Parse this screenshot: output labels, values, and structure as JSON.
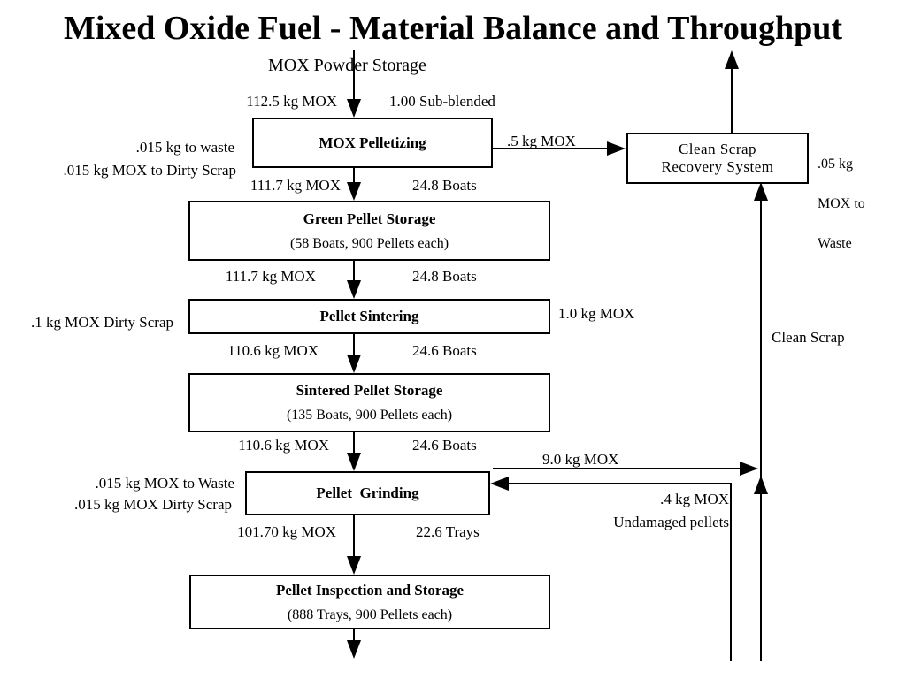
{
  "title": "Mixed Oxide Fuel - Material Balance and Throughput",
  "colors": {
    "background": "#FFFFFF",
    "line": "#000000",
    "text": "#000000"
  },
  "nodes": {
    "powder_storage": {
      "label": "MOX Powder Storage"
    },
    "pelletizing": {
      "label": "MOX Pelletizing"
    },
    "green_storage": {
      "label": "Green Pellet Storage",
      "detail": "(58 Boats, 900 Pellets each)"
    },
    "sintering": {
      "label": "Pellet Sintering"
    },
    "sintered_storage": {
      "label": "Sintered Pellet Storage",
      "detail": "(135 Boats, 900 Pellets each)"
    },
    "grinding": {
      "label": "Pellet  Grinding"
    },
    "inspection": {
      "label": "Pellet Inspection and Storage",
      "detail": "(888 Trays, 900 Pellets each)"
    },
    "recovery": {
      "label_line1": "Clean Scrap",
      "label_line2": "Recovery System"
    }
  },
  "flows": {
    "powder_to_pelletizing": {
      "mass": "112.5 kg MOX",
      "batch": "1.00 Sub-blended"
    },
    "pelletizing_to_green": {
      "mass": "111.7 kg MOX",
      "batch": "24.8 Boats"
    },
    "green_to_sintering": {
      "mass": "111.7 kg MOX",
      "batch": "24.8 Boats"
    },
    "sintering_to_sintered": {
      "mass": "110.6 kg MOX",
      "batch": "24.6 Boats"
    },
    "sintered_to_grinding": {
      "mass": "110.6 kg MOX",
      "batch": "24.6 Boats"
    },
    "grinding_to_inspection": {
      "mass": "101.70 kg MOX",
      "batch": "22.6 Trays"
    },
    "pelletizing_to_recovery": ".5 kg MOX",
    "grinding_to_recovery": "9.0 kg MOX",
    "return_to_grinding": {
      "mass": ".4 kg MOX",
      "label": "Undamaged pellets"
    },
    "clean_scrap": "Clean Scrap"
  },
  "losses": {
    "pelletizing_waste": ".015 kg to waste",
    "pelletizing_dirty_scrap": ".015 kg MOX to Dirty Scrap",
    "sintering_dirty_scrap": ".1 kg MOX Dirty Scrap",
    "sintering_clean_scrap": "1.0 kg MOX",
    "grinding_waste": ".015 kg MOX to Waste",
    "grinding_dirty_scrap": ".015 kg MOX Dirty Scrap",
    "recovery_waste": {
      "line1": ".05 kg",
      "line2": "MOX to",
      "line3": "Waste"
    }
  }
}
